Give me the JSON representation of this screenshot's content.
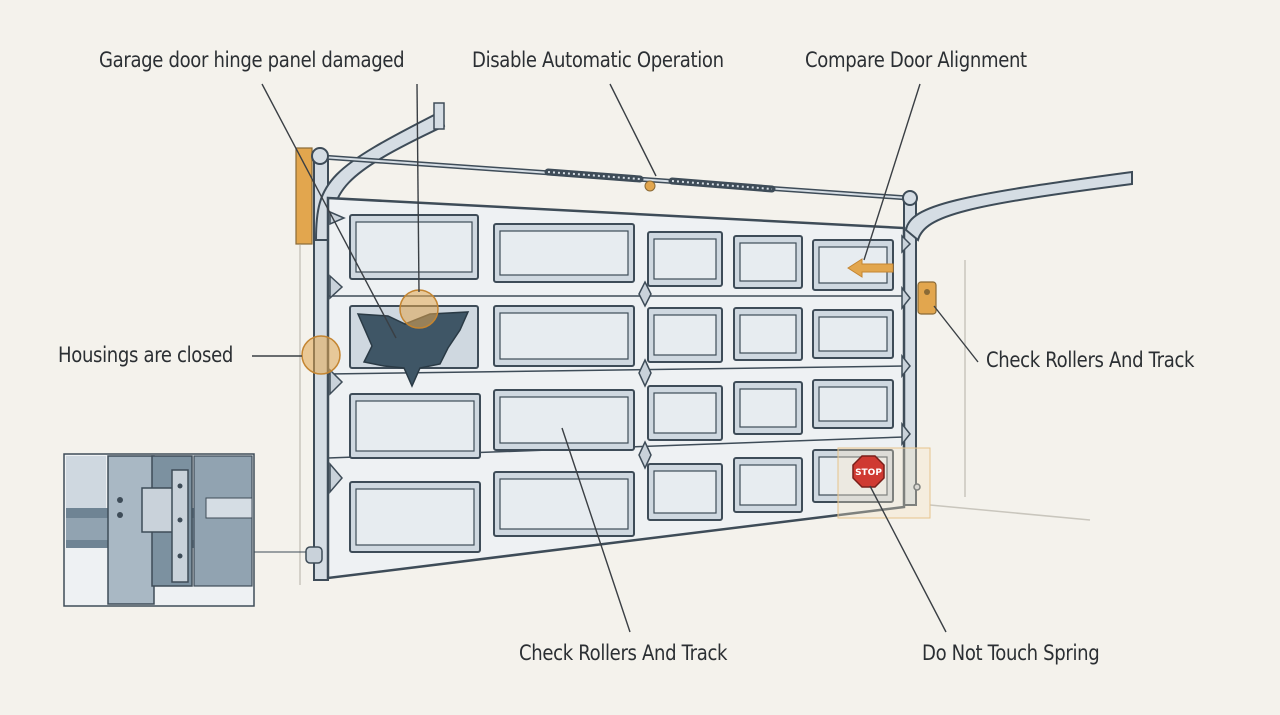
{
  "diagram": {
    "callouts": {
      "hinge_panel_damaged": "Garage door hinge panel damaged",
      "disable_automatic": "Disable Automatic Operation",
      "compare_alignment": "Compare Door Alignment",
      "housings_closed": "Housings are closed",
      "rollers_track_right": "Check Rollers And Track",
      "rollers_track_bottom": "Check Rollers And Track",
      "do_not_touch_spring": "Do Not Touch Spring"
    },
    "stop_sign": "STOP"
  },
  "colors": {
    "background": "#f4f2ec",
    "door_fill": "#eef1f3",
    "frame_line": "#3e4c58",
    "panel_fill": "#cfd8e0",
    "accent": "#e2a64e",
    "stop_red": "#cf3a32",
    "damage": "#3f5666"
  }
}
